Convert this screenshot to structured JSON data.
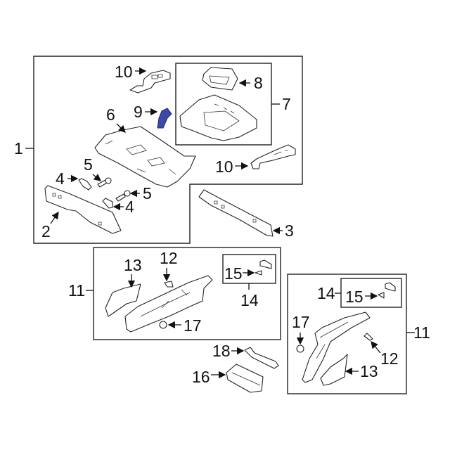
{
  "diagram": {
    "callouts": {
      "c1": "1",
      "c2": "2",
      "c3": "3",
      "c4a": "4",
      "c4b": "4",
      "c5a": "5",
      "c5b": "5",
      "c6": "6",
      "c7": "7",
      "c8": "8",
      "c9": "9",
      "c10a": "10",
      "c10b": "10",
      "c11a": "11",
      "c12a": "12",
      "c13a": "13",
      "c14a": "14",
      "c15a": "15",
      "c17a": "17",
      "c16": "16",
      "c18": "18",
      "c11b": "11",
      "c12b": "12",
      "c13b": "13",
      "c14b": "14",
      "c15b": "15",
      "c17b": "17"
    },
    "highlight_color": "#3b4aa8",
    "highlighted_part": "9"
  }
}
